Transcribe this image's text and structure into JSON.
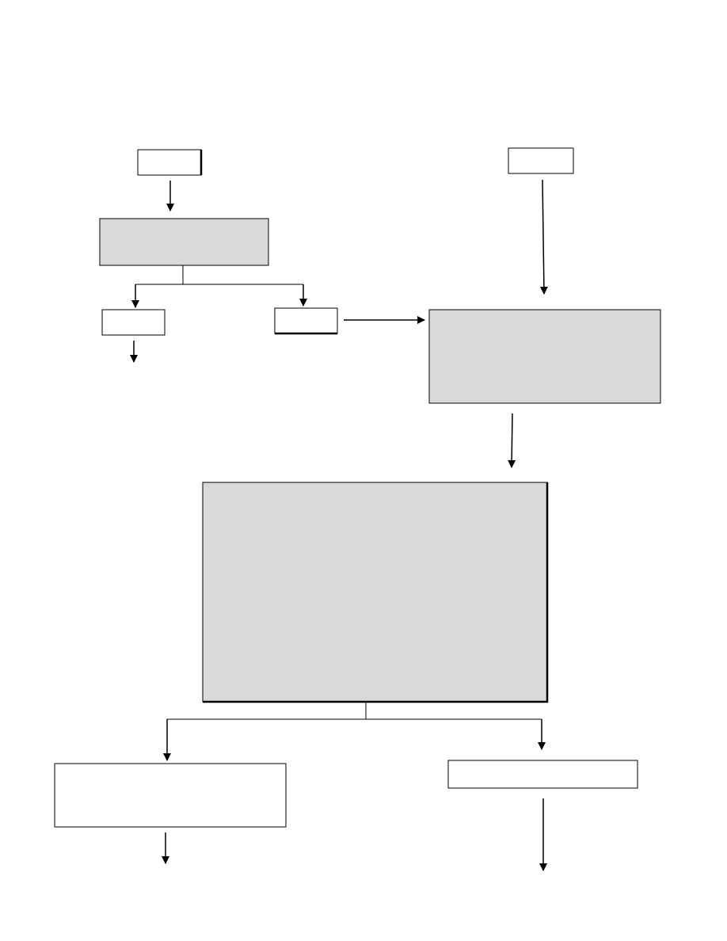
{
  "diagram": {
    "type": "flowchart",
    "colors": {
      "box_fill_plain": "#ffffff",
      "box_fill_shaded": "#d9d9d9",
      "stroke": "#000000"
    },
    "boxes": [
      {
        "id": "box-top-left",
        "shaded": false
      },
      {
        "id": "box-process-left",
        "shaded": true
      },
      {
        "id": "box-branch-left",
        "shaded": false
      },
      {
        "id": "box-branch-right",
        "shaded": false
      },
      {
        "id": "box-top-right",
        "shaded": false
      },
      {
        "id": "box-process-right",
        "shaded": true
      },
      {
        "id": "box-main",
        "shaded": true
      },
      {
        "id": "box-outcome-left",
        "shaded": false
      },
      {
        "id": "box-outcome-right",
        "shaded": false
      }
    ]
  }
}
